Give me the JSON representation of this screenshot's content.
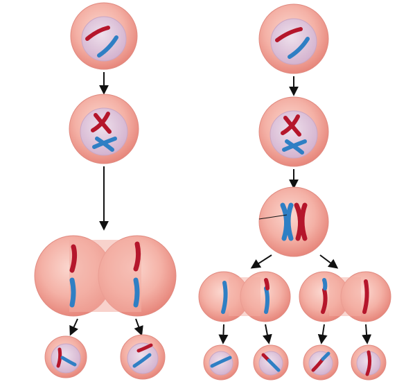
{
  "diagram": {
    "colors": {
      "background": "#ffffff",
      "cell_outer": "#f2a59c",
      "cell_mid": "#f4b3a9",
      "cell_edge": "#e08a80",
      "nucleus": "#dcc2d8",
      "nucleus_edge": "#c9a6c4",
      "chromosome_red": "#b5162b",
      "chromosome_blue": "#2f7fc4",
      "arrow": "#111111"
    },
    "processes": [
      {
        "id": "mitosis",
        "chromosome_pairs_per_cell": 1,
        "final_cells": 2
      },
      {
        "id": "meiosis",
        "chromosome_pairs_per_cell": 1,
        "final_cells": 4
      }
    ]
  }
}
